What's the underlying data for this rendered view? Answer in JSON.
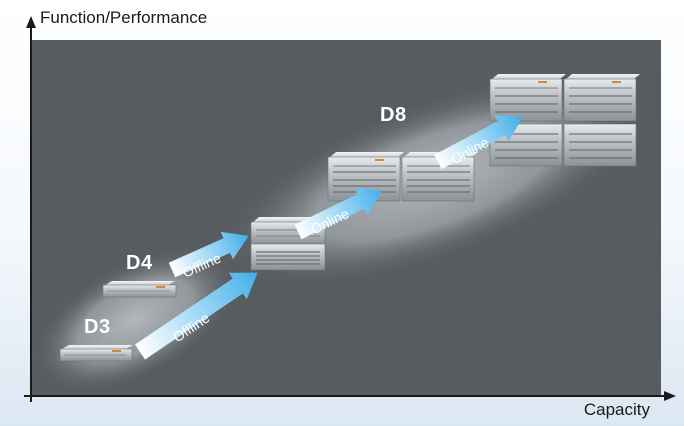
{
  "axes": {
    "y_label": "Function/Performance",
    "x_label": "Capacity"
  },
  "models": [
    {
      "label": "D3"
    },
    {
      "label": "D4"
    },
    {
      "label": "D8"
    }
  ],
  "arrows": [
    {
      "label": "Offline"
    },
    {
      "label": "Offline"
    },
    {
      "label": "Online"
    },
    {
      "label": "Online"
    }
  ],
  "colors": {
    "panel": "#575c61",
    "glow": "#9aa0a5",
    "arrow": "#5ab8ec",
    "axis": "#1a1a1a"
  }
}
